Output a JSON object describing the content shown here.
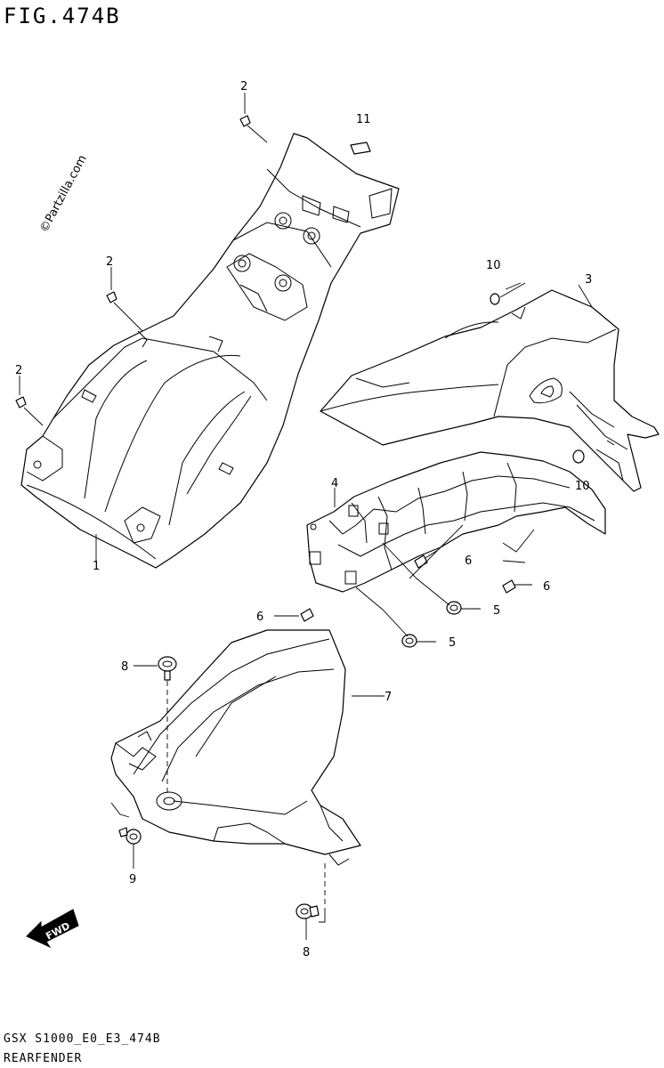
{
  "figure": {
    "title": "FIG.474B",
    "code": "GSX S1000_E0_E3_474B",
    "name": "REARFENDER",
    "watermark": "©Partzilla.com",
    "fwd_label": "FWD"
  },
  "callouts": [
    {
      "id": "c2a",
      "label": "2"
    },
    {
      "id": "c11",
      "label": "11"
    },
    {
      "id": "c2b",
      "label": "2"
    },
    {
      "id": "c10a",
      "label": "10"
    },
    {
      "id": "c3",
      "label": "3"
    },
    {
      "id": "c2c",
      "label": "2"
    },
    {
      "id": "c10b",
      "label": "10"
    },
    {
      "id": "c4",
      "label": "4"
    },
    {
      "id": "c1",
      "label": "1"
    },
    {
      "id": "c6a",
      "label": "6"
    },
    {
      "id": "c6b",
      "label": "6"
    },
    {
      "id": "c5a",
      "label": "5"
    },
    {
      "id": "c6c",
      "label": "6"
    },
    {
      "id": "c5b",
      "label": "5"
    },
    {
      "id": "c8a",
      "label": "8"
    },
    {
      "id": "c7",
      "label": "7"
    },
    {
      "id": "c9",
      "label": "9"
    },
    {
      "id": "c8b",
      "label": "8"
    }
  ]
}
